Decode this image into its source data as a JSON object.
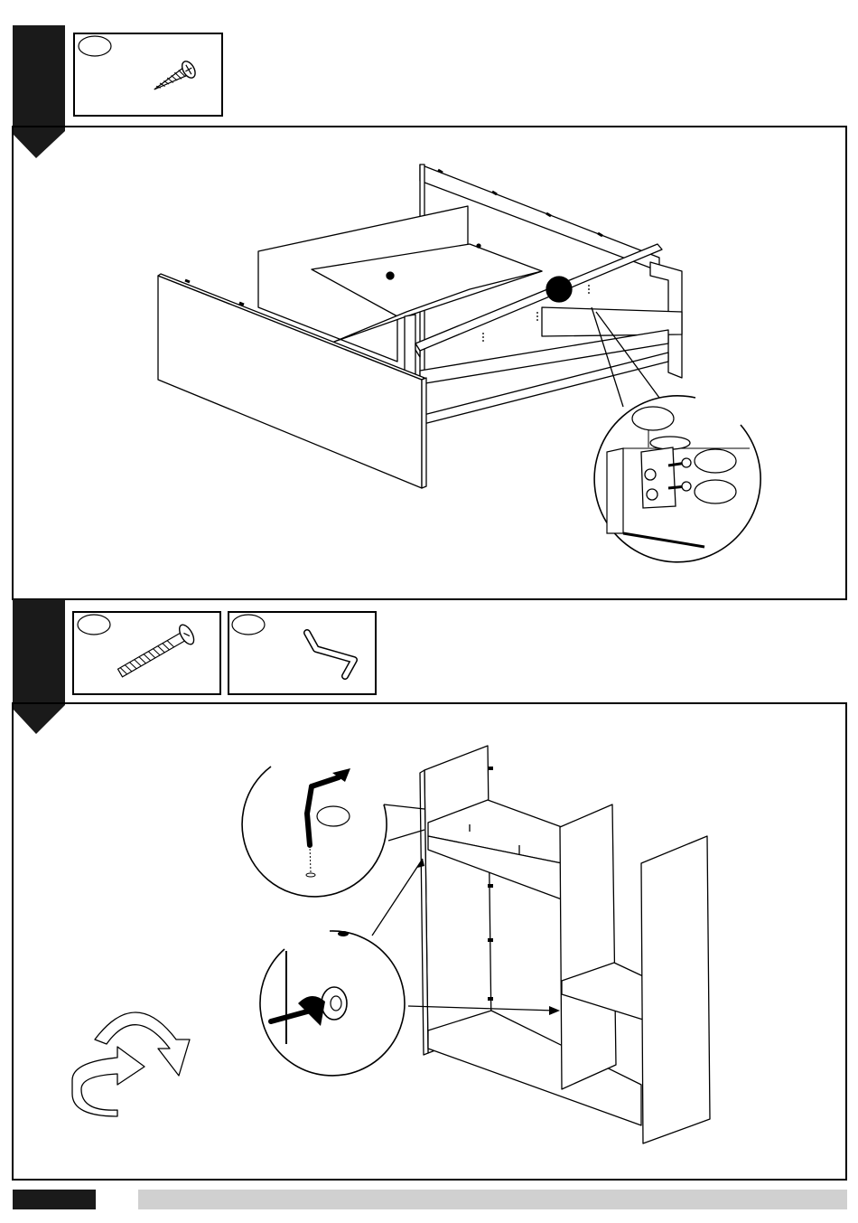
{
  "page": {
    "colors": {
      "ink": "#000000",
      "paper": "#ffffff",
      "footer_bar": "#d0d0d0",
      "footer_tab": "#1a1a1a"
    }
  },
  "steps": [
    {
      "id": "step-a",
      "parts": [
        {
          "icon": "wood-screw-icon"
        }
      ],
      "illustration": "drawer-box-assembly",
      "detail": "corner-bracket-detail",
      "callouts": 3
    },
    {
      "id": "step-b",
      "parts": [
        {
          "icon": "confirmat-screw-icon"
        },
        {
          "icon": "hex-key-icon"
        }
      ],
      "illustration": "cabinet-frame-assembly",
      "details": [
        "hex-key-tighten-detail",
        "cam-lock-detail"
      ],
      "rotate_hint": "rotate-arrows-icon"
    }
  ]
}
